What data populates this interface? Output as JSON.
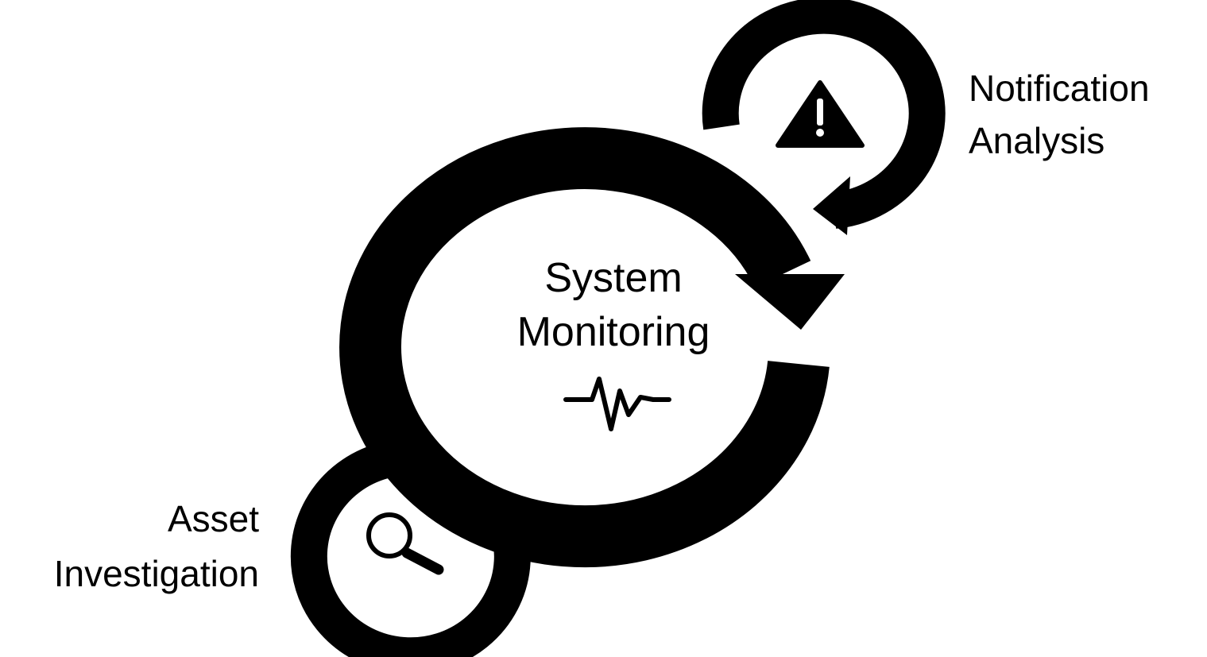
{
  "colors": {
    "ink": "#000000",
    "background": "#ffffff"
  },
  "center": {
    "line1": "System",
    "line2": "Monitoring",
    "icon": "pulse-icon"
  },
  "notification": {
    "line1": "Notification",
    "line2": "Analysis",
    "icon": "warning-icon"
  },
  "asset": {
    "line1": "Asset",
    "line2": "Investigation",
    "icon": "magnifier-icon"
  }
}
